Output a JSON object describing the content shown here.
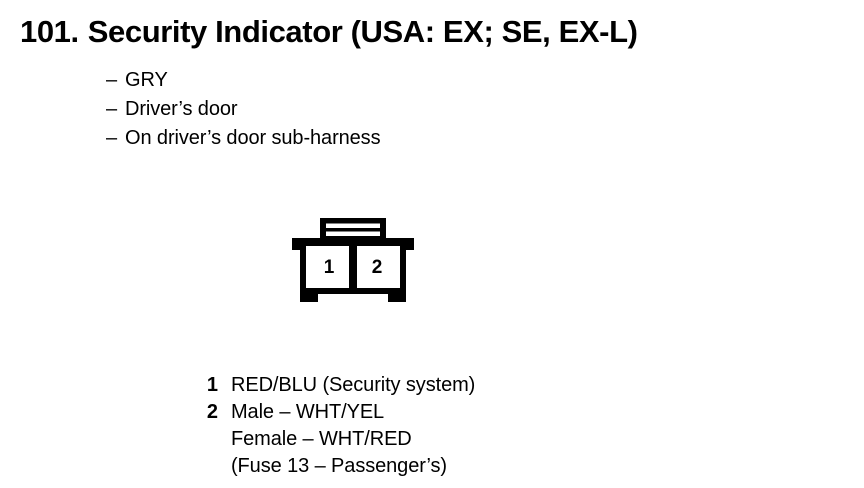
{
  "colors": {
    "background": "#ffffff",
    "ink": "#000000"
  },
  "entry": {
    "number": "101.",
    "title": "Security Indicator (USA: EX; SE, EX-L)",
    "full_title": "101. Security Indicator (USA: EX; SE, EX-L)"
  },
  "specs": {
    "bullet": "–",
    "items": [
      {
        "label": "GRY"
      },
      {
        "label": "Driver’s door"
      },
      {
        "label": "On driver’s door sub-harness"
      }
    ]
  },
  "connector": {
    "cavity_count": 2,
    "cavities": [
      {
        "number": "1"
      },
      {
        "number": "2"
      }
    ]
  },
  "legend": {
    "rows": [
      {
        "index": "1",
        "lines": [
          {
            "text": "RED/BLU (Security system)"
          }
        ]
      },
      {
        "index": "2",
        "lines": [
          {
            "text": "Male – WHT/YEL"
          },
          {
            "text": "Female – WHT/RED"
          },
          {
            "text": "(Fuse 13 – Passenger’s)"
          }
        ]
      }
    ]
  }
}
